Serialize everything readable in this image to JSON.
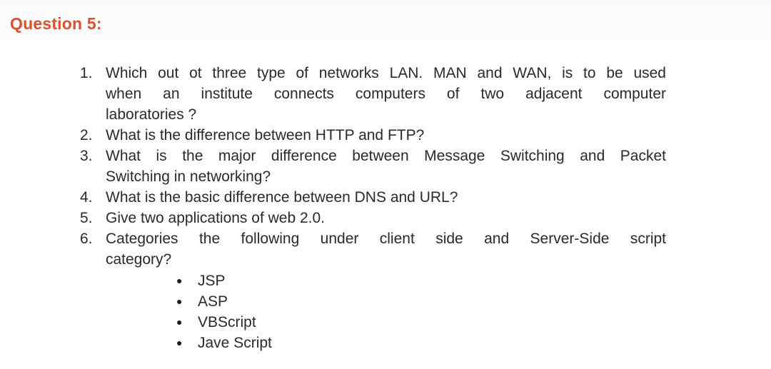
{
  "heading": {
    "label": "Question 5:"
  },
  "colors": {
    "heading": "#d9502e",
    "body_text": "#2a2a2a",
    "background": "#fdfdfd"
  },
  "questions": [
    {
      "number": "1.",
      "lines": [
        "Which out ot three type of networks LAN. MAN and WAN, is to be used",
        "when an institute connects computers of two adjacent computer",
        "laboratories ?"
      ]
    },
    {
      "number": "2.",
      "lines": [
        "What is the difference between HTTP and FTP?"
      ]
    },
    {
      "number": "3.",
      "lines": [
        "What is the major difference between Message Switching and Packet",
        "Switching in networking?"
      ]
    },
    {
      "number": "4.",
      "lines": [
        "What is the basic difference between DNS and URL?"
      ]
    },
    {
      "number": "5.",
      "lines": [
        "Give two applications of web 2.0."
      ]
    },
    {
      "number": "6.",
      "lines": [
        "Categories the following under client side and Server-Side script",
        "category?"
      ]
    }
  ],
  "bullets": [
    {
      "icon": "●",
      "label": "JSP"
    },
    {
      "icon": "●",
      "label": "ASP"
    },
    {
      "icon": "●",
      "label": "VBScript"
    },
    {
      "icon": "●",
      "label": "Jave Script"
    }
  ]
}
